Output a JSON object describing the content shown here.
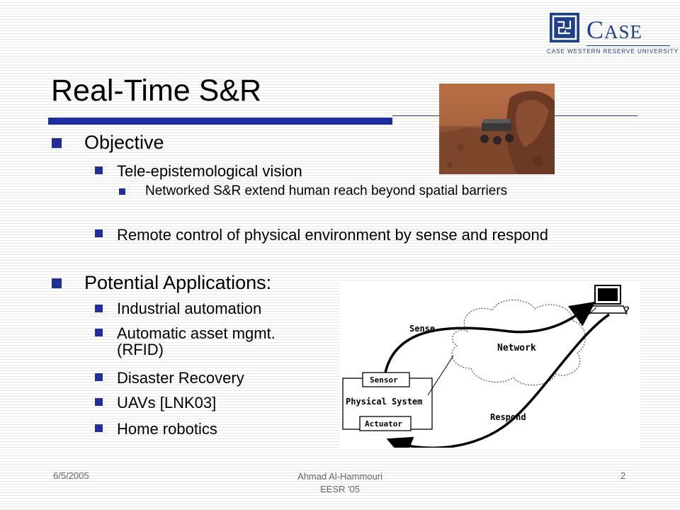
{
  "logo": {
    "wordmark_big": "C",
    "wordmark_small": "ASE",
    "subtitle": "CASE WESTERN RESERVE UNIVERSITY"
  },
  "slide": {
    "title": "Real-Time S&R",
    "objective": {
      "heading": "Objective",
      "sub1": "Tele-epistemological vision",
      "sub1_detail": "Networked S&R extend human reach beyond spatial barriers",
      "sub2": "Remote control of physical environment by sense and respond"
    },
    "applications": {
      "heading": "Potential Applications:",
      "items": [
        "Industrial automation",
        "Automatic asset mgmt. (RFID)",
        "Disaster Recovery",
        "UAVs [LNK03]",
        "Home robotics"
      ]
    }
  },
  "diagram": {
    "network": "Network",
    "physical": "Physical System",
    "sensor": "Sensor",
    "actuator": "Actuator",
    "sense": "Sense",
    "respond": "Respond"
  },
  "footer": {
    "date": "6/5/2005",
    "author": "Ahmad Al-Hammouri",
    "venue": "EESR '05",
    "page": "2"
  },
  "colors": {
    "bullet": "#1e2ea0",
    "logo": "#1d3f8c"
  }
}
